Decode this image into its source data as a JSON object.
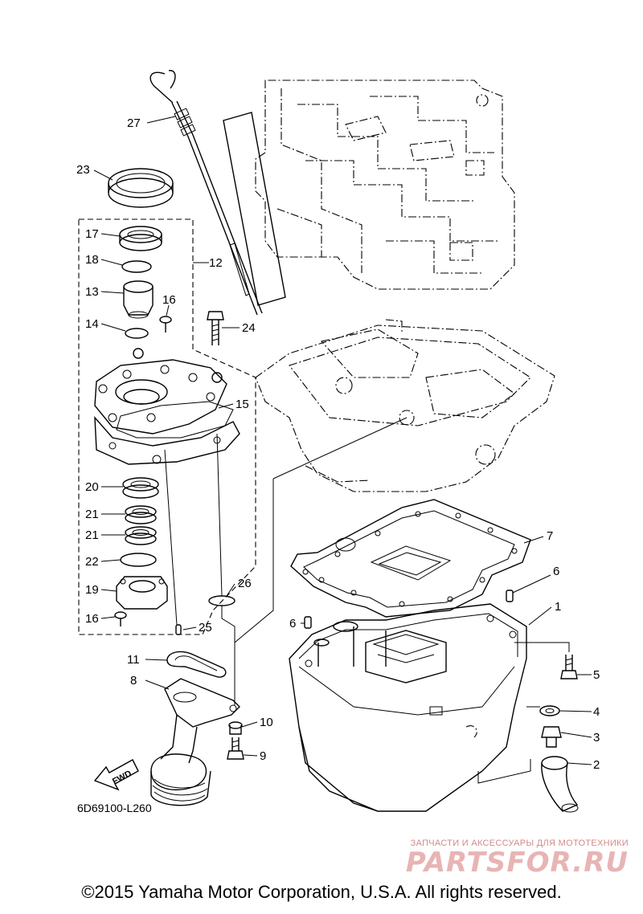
{
  "diagram": {
    "code": "6D69100-L260",
    "fwd_label": "FWD",
    "callouts": {
      "c1": "1",
      "c2": "2",
      "c3": "3",
      "c4": "4",
      "c5": "5",
      "c6a": "6",
      "c6b": "6",
      "c7": "7",
      "c8": "8",
      "c9": "9",
      "c10": "10",
      "c11": "11",
      "c12": "12",
      "c13": "13",
      "c14": "14",
      "c15": "15",
      "c16a": "16",
      "c16b": "16",
      "c17": "17",
      "c18": "18",
      "c19": "19",
      "c20": "20",
      "c21a": "21",
      "c21b": "21",
      "c22": "22",
      "c23": "23",
      "c24": "24",
      "c25": "25",
      "c26": "26",
      "c27": "27"
    }
  },
  "footer": {
    "copyright": "©2015 Yamaha Motor Corporation, U.S.A. All rights reserved."
  },
  "watermark": {
    "tagline": "ЗАПЧАСТИ И АКСЕССУАРЫ ДЛЯ МОТОТЕХНИКИ",
    "logo": "PARTSFOR.RU"
  }
}
